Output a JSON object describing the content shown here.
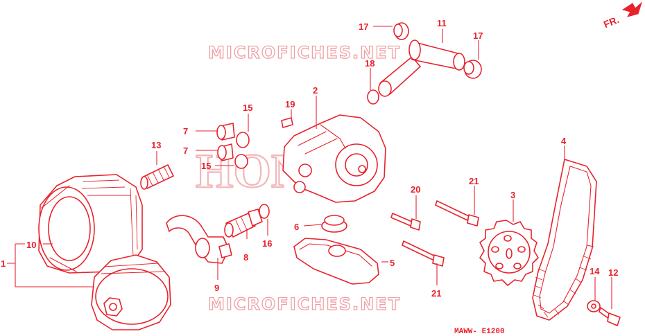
{
  "watermarks": {
    "top": "MICROFICHES.NET",
    "bottom": "MICROFICHES.NET",
    "center": "HONDA"
  },
  "direction_label": "FR.",
  "diagram_code": "MAWW- E1200",
  "callouts": {
    "c1": "1",
    "c2": "2",
    "c4": "4",
    "c3": "3",
    "c5": "5",
    "c6": "6",
    "c7a": "7",
    "c7b": "7",
    "c8": "8",
    "c9": "9",
    "c10": "10",
    "c11": "11",
    "c12": "12",
    "c13": "13",
    "c14": "14",
    "c15a": "15",
    "c15b": "15",
    "c16": "16",
    "c17a": "17",
    "c17b": "17",
    "c18": "18",
    "c19": "19",
    "c20": "20",
    "c21a": "21",
    "c21b": "21"
  },
  "colors": {
    "line": "#e8222c",
    "watermark": "#f0a0a5",
    "background": "#ffffff"
  }
}
